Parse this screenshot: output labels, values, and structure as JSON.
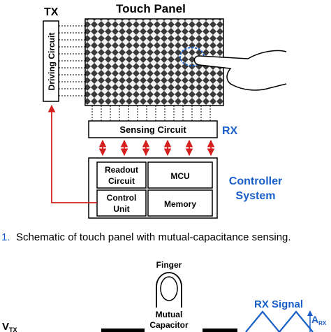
{
  "figure1": {
    "tx_label": "TX",
    "panel_title": "Touch Panel",
    "driving_circuit": "Driving Circuit",
    "sensing_circuit": "Sensing Circuit",
    "rx_label": "RX",
    "readout_line1": "Readout",
    "readout_line2": "Circuit",
    "mcu": "MCU",
    "control_line1": "Control",
    "control_line2": "Unit",
    "memory": "Memory",
    "controller_line1": "Controller",
    "controller_line2": "System",
    "caption_number": "1.",
    "caption_text": "Schematic of touch panel with mutual-capacitance sensing."
  },
  "figure2": {
    "finger_label": "Finger",
    "mutual_line1": "Mutual",
    "mutual_line2": "Capacitor",
    "rx_signal": "RX Signal",
    "vtx_main": "V",
    "vtx_sub": "TX",
    "arx_main": "A",
    "arx_sub": "RX"
  },
  "colors": {
    "accent_blue": "#1a5fc8",
    "wire_red": "#d62020",
    "panel_dark": "#333333"
  }
}
